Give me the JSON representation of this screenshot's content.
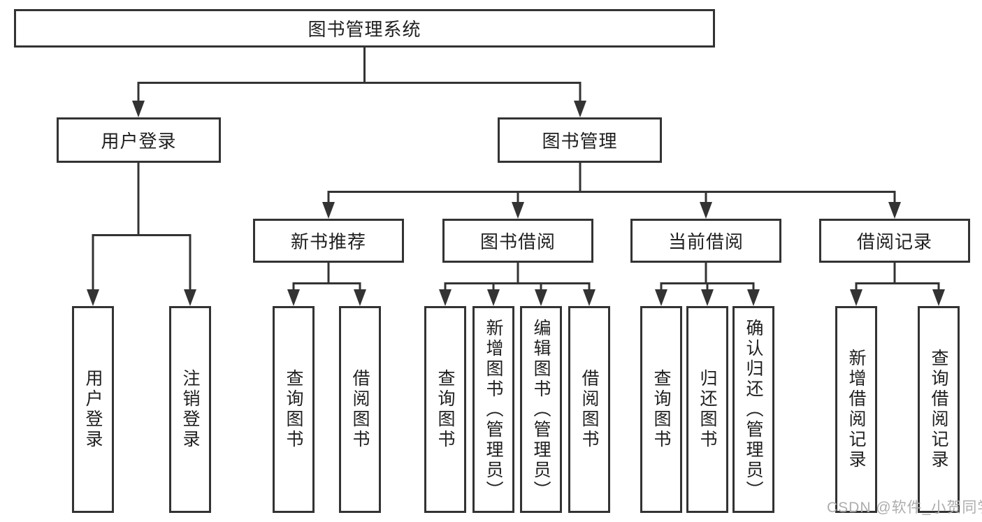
{
  "diagram_type": "hierarchy-tree",
  "colors": {
    "background": "#ffffff",
    "line": "#333333",
    "box_border": "#333333",
    "text": "#1f1f1f",
    "watermark": "#adadad"
  },
  "tree": {
    "label": "图书管理系统",
    "children": [
      {
        "label": "用户登录",
        "children": [
          {
            "label": "用户登录"
          },
          {
            "label": "注销登录"
          }
        ]
      },
      {
        "label": "图书管理",
        "children": [
          {
            "label": "新书推荐",
            "children": [
              {
                "label": "查询图书"
              },
              {
                "label": "借阅图书"
              }
            ]
          },
          {
            "label": "图书借阅",
            "children": [
              {
                "label": "查询图书"
              },
              {
                "label": "新增图书（管理员）"
              },
              {
                "label": "编辑图书（管理员）"
              },
              {
                "label": "借阅图书"
              }
            ]
          },
          {
            "label": "当前借阅",
            "children": [
              {
                "label": "查询图书"
              },
              {
                "label": "归还图书"
              },
              {
                "label": "确认归还（管理员）"
              }
            ]
          },
          {
            "label": "借阅记录",
            "children": [
              {
                "label": "新增借阅记录"
              },
              {
                "label": "查询借阅记录"
              }
            ]
          }
        ]
      }
    ]
  },
  "watermark": "CSDN @软件_小贺同学"
}
